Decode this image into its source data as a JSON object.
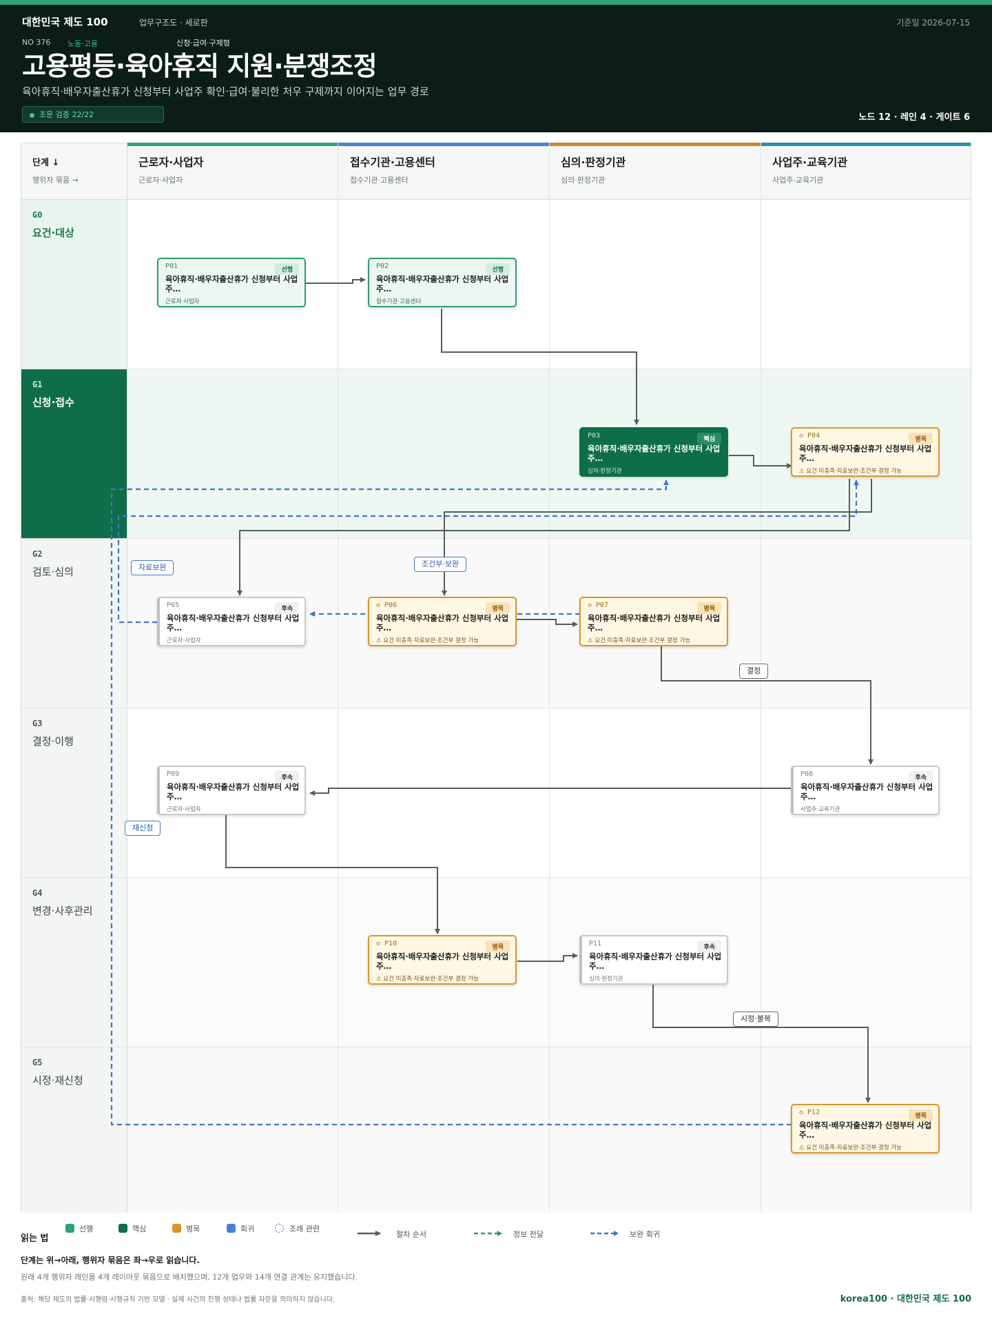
{
  "header": {
    "brand": "대한민국 제도 100",
    "subtitle": "업무구조도 · 세로판",
    "date": "기준일 2026-07-15",
    "number": "NO 376",
    "category": "노동·고용",
    "type": "신청·급여·구제형",
    "title": "고용평등·육아휴직 지원·분쟁조정",
    "description": "육아휴직·배우자출산휴가 신청부터 사업주 확인·급여·불리한 처우 구제까지 이어지는 업무 경로",
    "verify": "조문 검증 22/22",
    "stats": "노드 12 · 레인 4 · 게이트 6"
  },
  "corner": {
    "stage_axis": "단계 ↓",
    "actor_axis": "행위자 묶음 →"
  },
  "lanes": [
    {
      "name": "근로자·사업자",
      "sub": "근로자·사업자",
      "color": "#2fa37a"
    },
    {
      "name": "접수기관·고용센터",
      "sub": "접수기관·고용센터",
      "color": "#4a7fd6"
    },
    {
      "name": "심의·판정기관",
      "sub": "심의·판정기관",
      "color": "#c98a24"
    },
    {
      "name": "사업주·교육기관",
      "sub": "사업주·교육기관",
      "color": "#2a8fa8"
    }
  ],
  "stages": [
    {
      "id": "G0",
      "name": "요건·대상"
    },
    {
      "id": "G1",
      "name": "신청·접수"
    },
    {
      "id": "G2",
      "name": "검토·심의"
    },
    {
      "id": "G3",
      "name": "결정·이행"
    },
    {
      "id": "G4",
      "name": "변경·사후관리"
    },
    {
      "id": "G5",
      "name": "시정·재신청"
    }
  ],
  "nodes": [
    {
      "id": "P01",
      "kind": "pre",
      "tag": "선행",
      "title": "육아휴직·배우자출산휴가 신청부터 사업주…",
      "sub": "근로자·사업자"
    },
    {
      "id": "P02",
      "kind": "pre",
      "tag": "선행",
      "title": "육아휴직·배우자출산휴가 신청부터 사업주…",
      "sub": "접수기관·고용센터"
    },
    {
      "id": "P03",
      "kind": "core",
      "tag": "핵심",
      "title": "육아휴직·배우자출산휴가 신청부터 사업주…",
      "sub": "심의·판정기관"
    },
    {
      "id": "◇ P04",
      "kind": "bot",
      "tag": "병목",
      "title": "육아휴직·배우자출산휴가 신청부터 사업주…",
      "sub": "⚠ 요건 미충족·자료보완·조건부 결정 가능"
    },
    {
      "id": "P05",
      "kind": "post",
      "tag": "후속",
      "title": "육아휴직·배우자출산휴가 신청부터 사업주…",
      "sub": "근로자·사업자"
    },
    {
      "id": "◇ P06",
      "kind": "bot",
      "tag": "병목",
      "title": "육아휴직·배우자출산휴가 신청부터 사업주…",
      "sub": "⚠ 요건 미충족·자료보완·조건부 결정 가능"
    },
    {
      "id": "◇ P07",
      "kind": "bot",
      "tag": "병목",
      "title": "육아휴직·배우자출산휴가 신청부터 사업주…",
      "sub": "⚠ 요건 미충족·자료보완·조건부 결정 가능"
    },
    {
      "id": "P08",
      "kind": "post",
      "tag": "후속",
      "title": "육아휴직·배우자출산휴가 신청부터 사업주…",
      "sub": "사업주·교육기관"
    },
    {
      "id": "P09",
      "kind": "post",
      "tag": "후속",
      "title": "육아휴직·배우자출산휴가 신청부터 사업주…",
      "sub": "근로자·사업자"
    },
    {
      "id": "◇ P10",
      "kind": "bot",
      "tag": "병목",
      "title": "육아휴직·배우자출산휴가 신청부터 사업주…",
      "sub": "⚠ 요건 미충족·자료보완·조건부 결정 가능"
    },
    {
      "id": "P11",
      "kind": "post",
      "tag": "후속",
      "title": "육아휴직·배우자출산휴가 신청부터 사업주…",
      "sub": "심의·판정기관"
    },
    {
      "id": "◇ P12",
      "kind": "bot",
      "tag": "병목",
      "title": "육아휴직·배우자출산휴가 신청부터 사업주…",
      "sub": "⚠ 요건 미충족·자료보완·조건부 결정 가능"
    }
  ],
  "edge_labels": {
    "supplement": "자료보완",
    "conditional": "조건부·보완",
    "decision": "결정",
    "reapply": "재신청",
    "correction": "시정·불복"
  },
  "legend": {
    "title": "읽는 법",
    "items": [
      {
        "label": "선행",
        "color": "#2fa37a"
      },
      {
        "label": "핵심",
        "color": "#0f6e4a"
      },
      {
        "label": "병목",
        "color": "#d9962a"
      },
      {
        "label": "회귀",
        "color": "#4a7fd6"
      },
      {
        "label": "조례 관련",
        "color": "#4a7fd6"
      }
    ],
    "lines": [
      {
        "label": "절차 순서",
        "color": "#555d59"
      },
      {
        "label": "정보 전달",
        "color": "#2d9b6f"
      },
      {
        "label": "보완 회귀",
        "color": "#3f74cf"
      }
    ]
  },
  "notes": {
    "line1": "단계는 위→아래, 행위자 묶음은 좌→우로 읽습니다.",
    "line2": "원래 4개 행위자 레인을 4개 레이아웃 묶음으로 배치했으며, 12개 업무와 14개 연결 관계는 유지했습니다."
  },
  "footer": {
    "source": "출처: 해당 제도의 법률·시행령·시행규칙 기반 모델 · 실제 사건의 진행 상태나 법률 자문을 의미하지 않습니다.",
    "brand": "korea100 · 대한민국 제도 100"
  }
}
